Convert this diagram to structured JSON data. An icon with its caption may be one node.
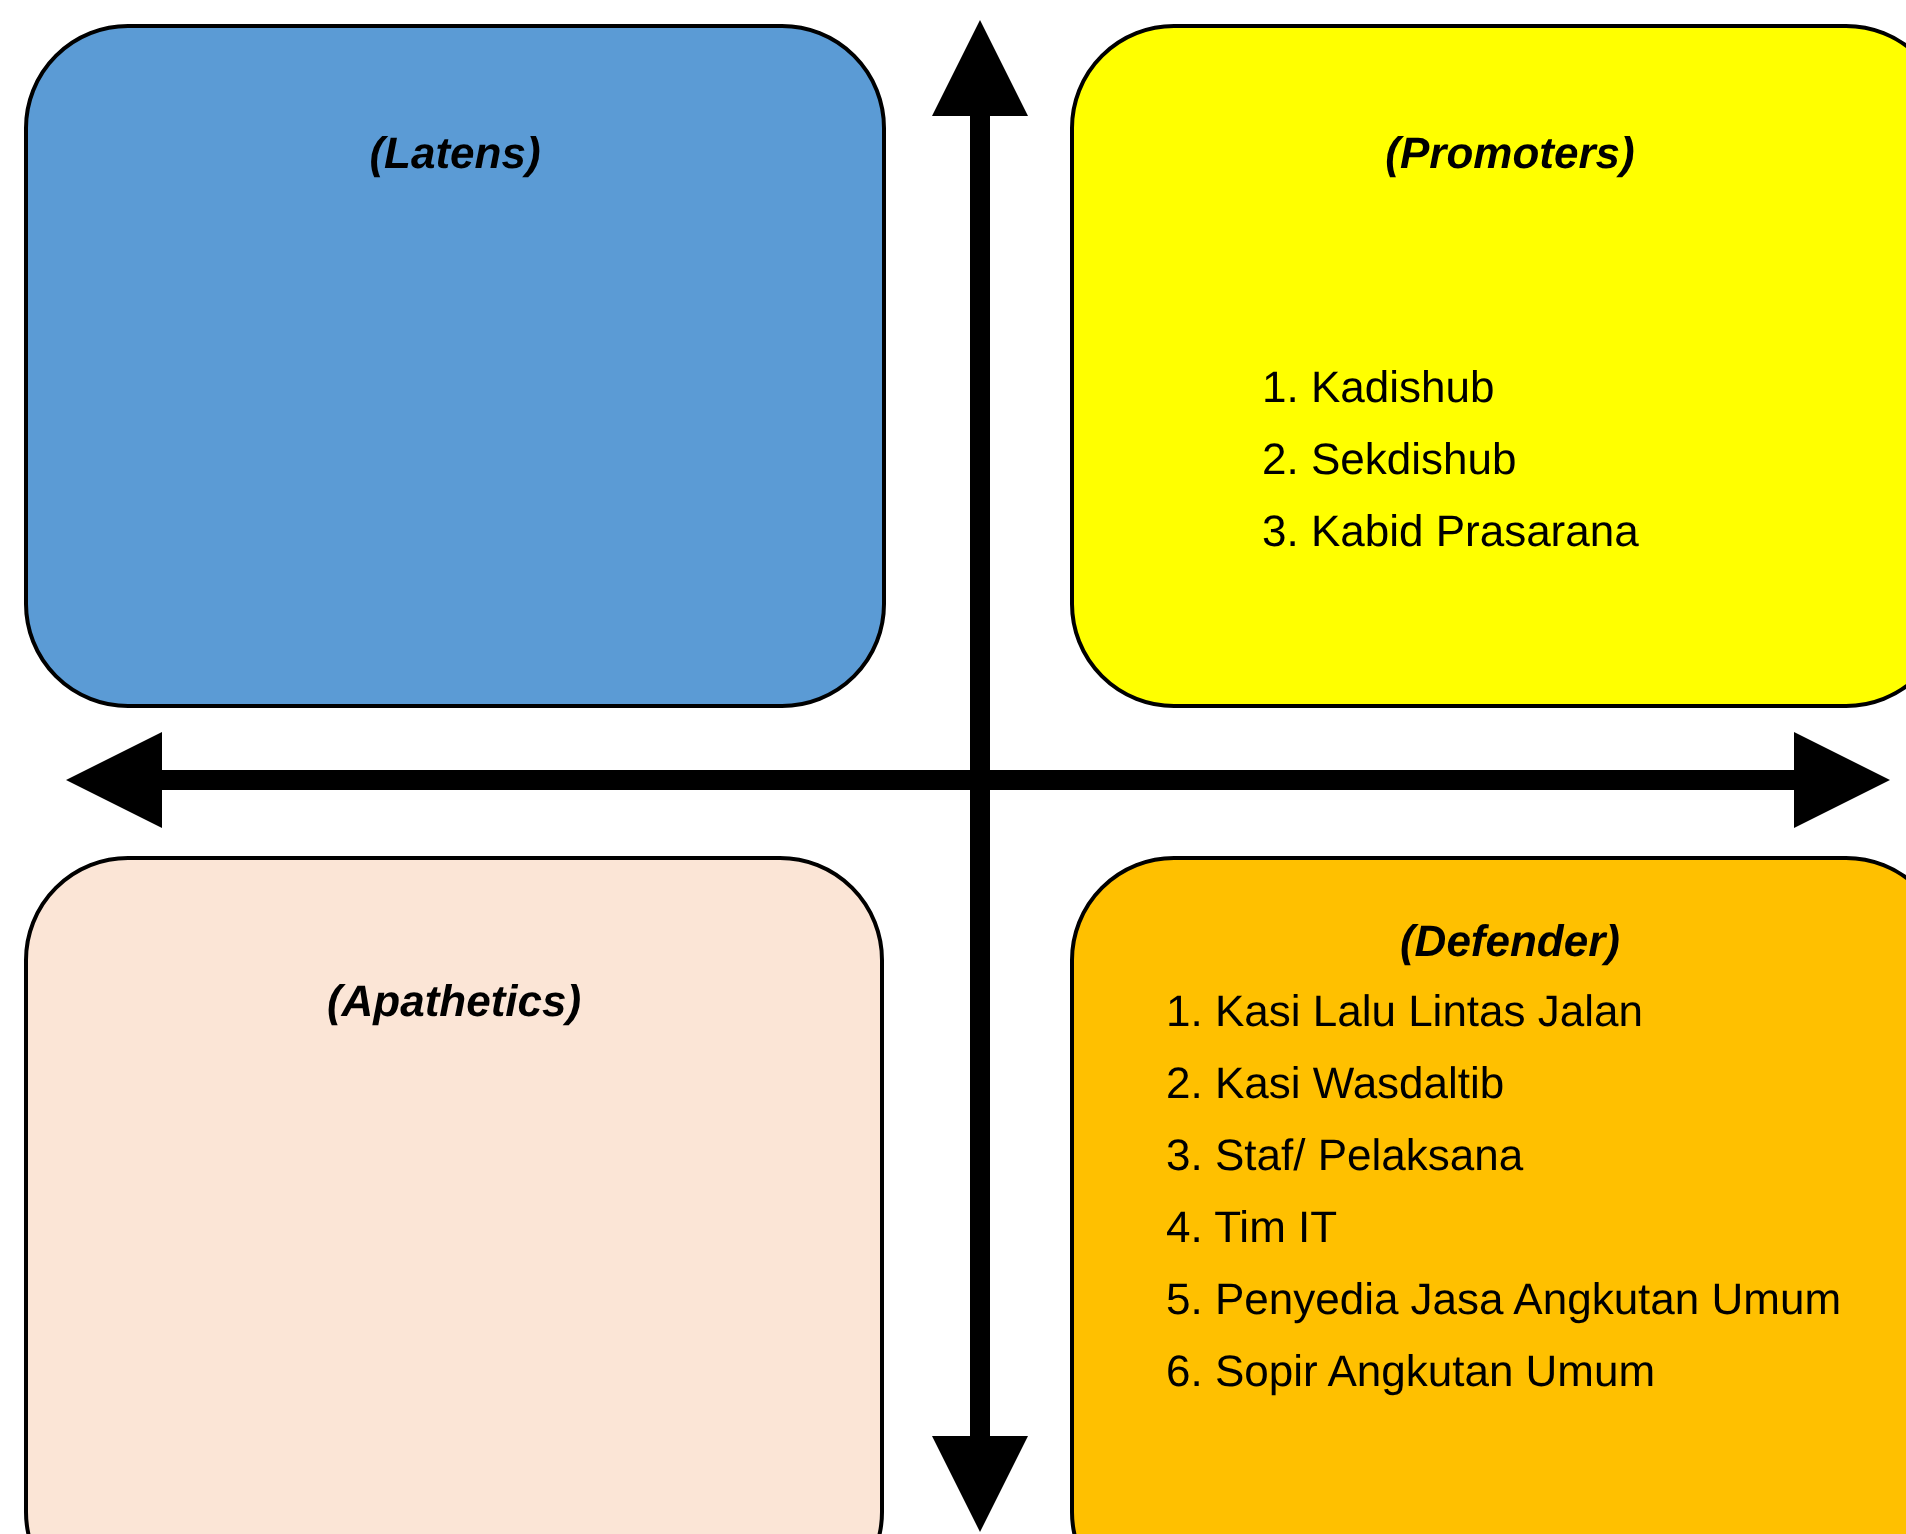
{
  "diagram": {
    "nodes": [
      {
        "text": [
          "(Latens)"
        ]
      },
      {
        "text": [
          "(Promoters)",
          "1. Kadishub",
          "2. Sekdishub",
          "3. Kabid Prasarana"
        ]
      },
      {
        "text": [
          "(Apathetics)"
        ]
      },
      {
        "text": [
          "(Defender)",
          "1. Kasi Lalu Lintas Jalan",
          "2. Kasi Wasdaltib",
          "3. Staf/ Pelaksana",
          "4. Tim IT",
          "5. Penyedia Jasa Angkutan Umum",
          "6. Sopir Angkutan Umum"
        ]
      }
    ]
  }
}
